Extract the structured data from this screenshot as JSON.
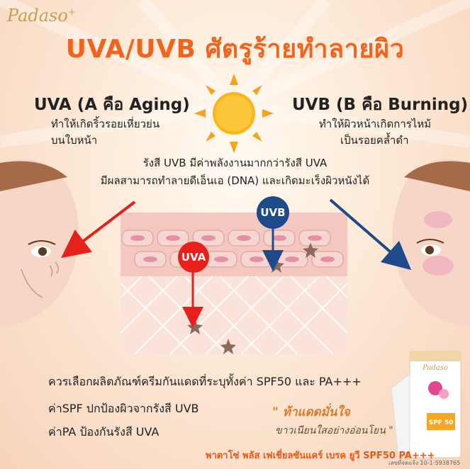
{
  "brand": {
    "logo": "Padaso",
    "logo_plus": "+"
  },
  "title": "UVA/UVB ศัตรูร้ายทำลายผิว",
  "uva": {
    "heading": "UVA (A คือ Aging)",
    "line1": "ทำให้เกิดริ้วรอยเหี่ยวย่น",
    "line2": "บนใบหน้า",
    "bubble": "UVA",
    "color": "#e8201c"
  },
  "uvb": {
    "heading": "UVB (B คือ Burning)",
    "line1": "ทำให้ผิวหน้าเกิดการไหม้",
    "line2": "เป็นรอยคล้ำดำ",
    "bubble": "UVB",
    "color": "#1e4a8a"
  },
  "middle": {
    "line1": "รังสี UVB มีค่าพลังงานมากกว่ารังสี UVA",
    "line2": "มีผลสามารถทำลายดีเอ็นเอ (DNA) และเกิดมะเร็งผิวหนังได้"
  },
  "bottom": {
    "line1": "ควรเลือกผลิตภัณฑ์ครีมกันแดดที่ระบุทั้งค่า SPF50 และ PA+++",
    "line2": "ค่าSPF ปกป้องผิวจากรังสี UVB",
    "line3": "ค่าPA ป้องกันรังสี UVA"
  },
  "slogan": {
    "line1": "\" ท้าแดดมั่นใจ",
    "line2": "ขาวเนียนใสอย่างอ่อนโยน \""
  },
  "product_name": "พาดาโซ่ พลัส เฟเชี่ยลซันแคร์ เบรค ยูวี SPF50 PA+++",
  "registration": "เลขที่จดแจ้ง 10-1-5938765",
  "tube": {
    "brand": "Padaso",
    "spf": "SPF 50"
  }
}
